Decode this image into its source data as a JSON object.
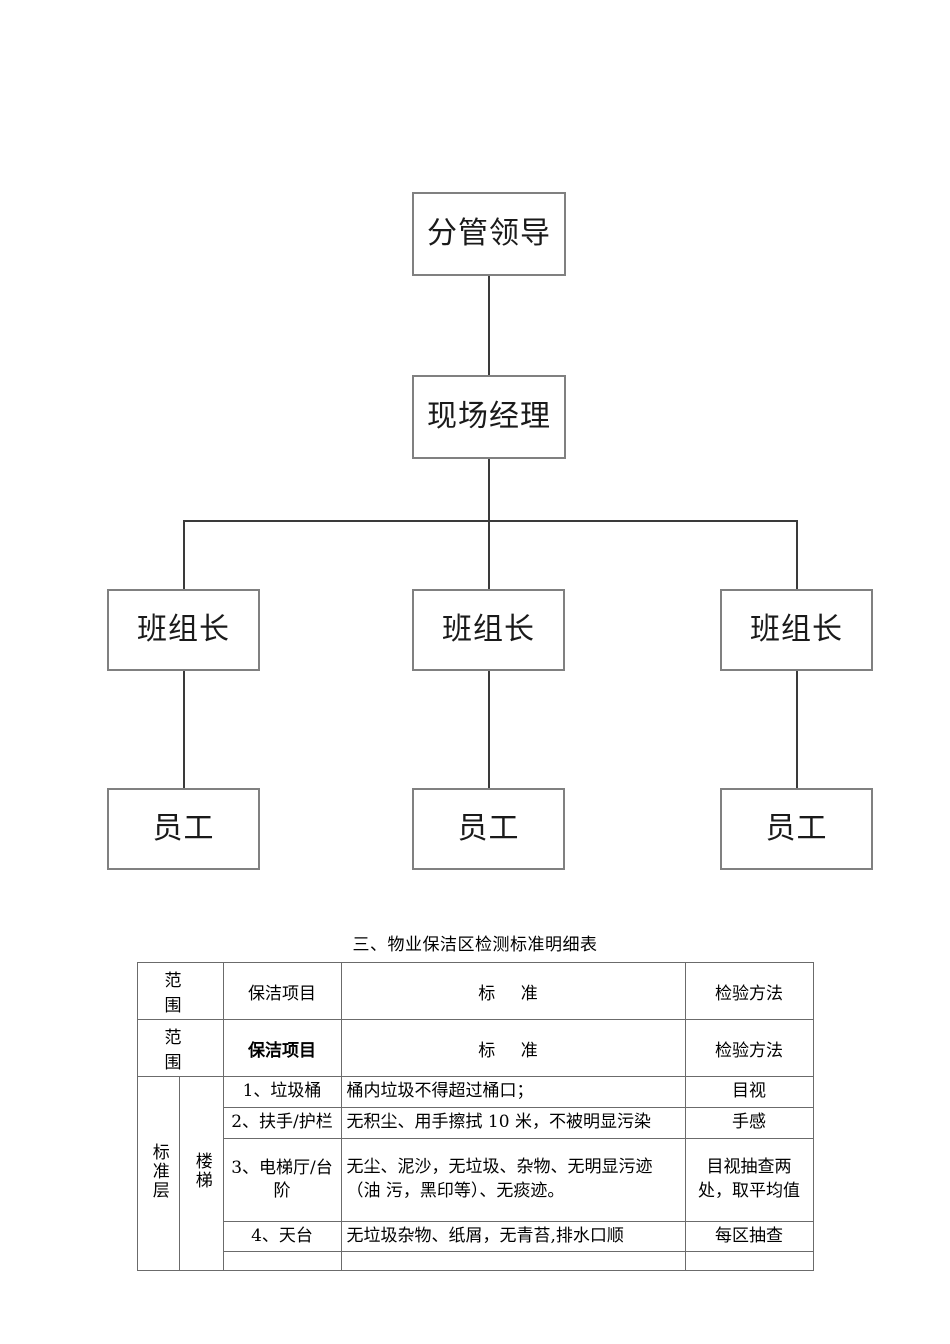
{
  "org_chart": {
    "nodes": [
      {
        "id": "leader",
        "label": "分管领导"
      },
      {
        "id": "manager",
        "label": "现场经理"
      },
      {
        "id": "foreman-1",
        "label": "班组长"
      },
      {
        "id": "foreman-2",
        "label": "班组长"
      },
      {
        "id": "foreman-3",
        "label": "班组长"
      },
      {
        "id": "staff-1",
        "label": "员工"
      },
      {
        "id": "staff-2",
        "label": "员工"
      },
      {
        "id": "staff-3",
        "label": "员工"
      }
    ],
    "box_border_color": "#808080",
    "connector_color": "#3a3a3a"
  },
  "table": {
    "title": "三、物业保洁区检测标准明细表",
    "header_row_1": {
      "range": "范 围",
      "item": "保洁项目",
      "standard": "标 准",
      "method": "检验方法"
    },
    "header_row_2": {
      "range": "范 围",
      "item": "保洁项目",
      "standard": "标 准",
      "method": "检验方法"
    },
    "group_label_outer": "标准层",
    "group_label_inner": "楼梯",
    "rows": [
      {
        "item": "1、垃圾桶",
        "standard": "桶内垃圾不得超过桶口；",
        "method": "目视"
      },
      {
        "item": "2、扶手/护栏",
        "standard": "无积尘、用手擦拭 10 米，不被明显污染",
        "method": "手感"
      },
      {
        "item": "3、电梯厅/台阶",
        "standard": "无尘、泥沙，无垃圾、杂物、无明显污迹（油 污，黑印等）、无痰迹。",
        "method": "目视抽查两处，取平均值"
      },
      {
        "item": "4、天台",
        "standard": "无垃圾杂物、纸屑，无青苔,排水口顺",
        "method": "每区抽查"
      }
    ]
  }
}
